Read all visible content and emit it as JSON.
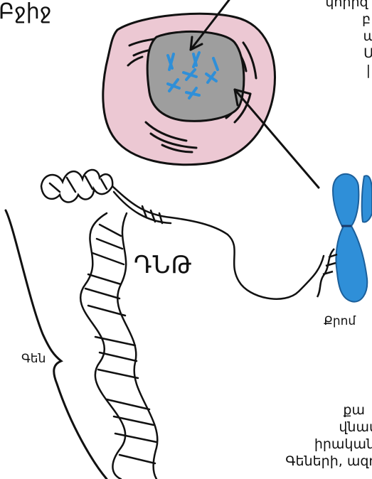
{
  "labels": {
    "cell": "Բջիջ",
    "dna": "ԴՆԹ",
    "gene": "Գեն",
    "chromosome": "Քրոմ"
  },
  "notes": {
    "top_lines": [
      "կորիզ [",
      "բ",
      "ա",
      "Ս",
      "|"
    ],
    "bottom_lines": [
      "քա",
      "վնաս",
      "իրական",
      "Գեների, ազդ"
    ]
  },
  "colors": {
    "cell_cytoplasm": "#ecc8d3",
    "nucleus": "#9e9e9e",
    "chromosome": "#2f8fd8",
    "outline": "#111111"
  }
}
